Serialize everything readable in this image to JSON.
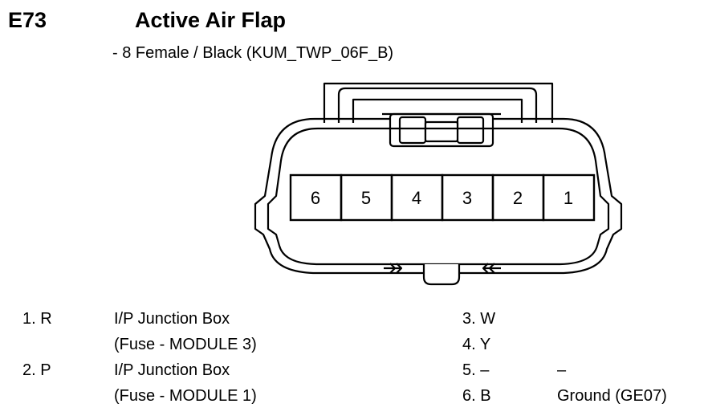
{
  "header": {
    "code": "E73",
    "title": "Active Air Flap",
    "subtitle": "- 8 Female / Black (KUM_TWP_06F_B)"
  },
  "connector": {
    "pins": [
      "6",
      "5",
      "4",
      "3",
      "2",
      "1"
    ]
  },
  "pinout": {
    "p1": {
      "num": "1. R",
      "line1": "I/P Junction Box",
      "line2": "(Fuse - MODULE 3)"
    },
    "p2": {
      "num": "2. P",
      "line1": "I/P Junction Box",
      "line2": "(Fuse - MODULE 1)"
    },
    "p3": {
      "num": "3. W",
      "desc": ""
    },
    "p4": {
      "num": "4. Y",
      "desc": ""
    },
    "p5": {
      "num": "5. –",
      "desc": "–"
    },
    "p6": {
      "num": "6. B",
      "desc": "Ground (GE07)"
    }
  }
}
